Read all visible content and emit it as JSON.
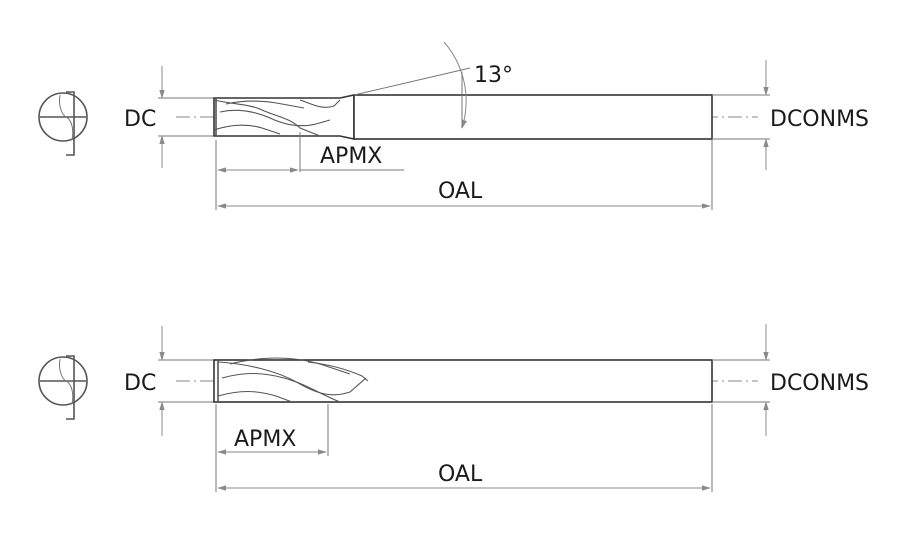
{
  "drawings": [
    {
      "labels": {
        "dc": "DC",
        "dconms": "DCONMS",
        "apmx": "APMX",
        "oal": "OAL",
        "angle": "13°"
      }
    },
    {
      "labels": {
        "dc": "DC",
        "dconms": "DCONMS",
        "apmx": "APMX",
        "oal": "OAL"
      }
    }
  ]
}
